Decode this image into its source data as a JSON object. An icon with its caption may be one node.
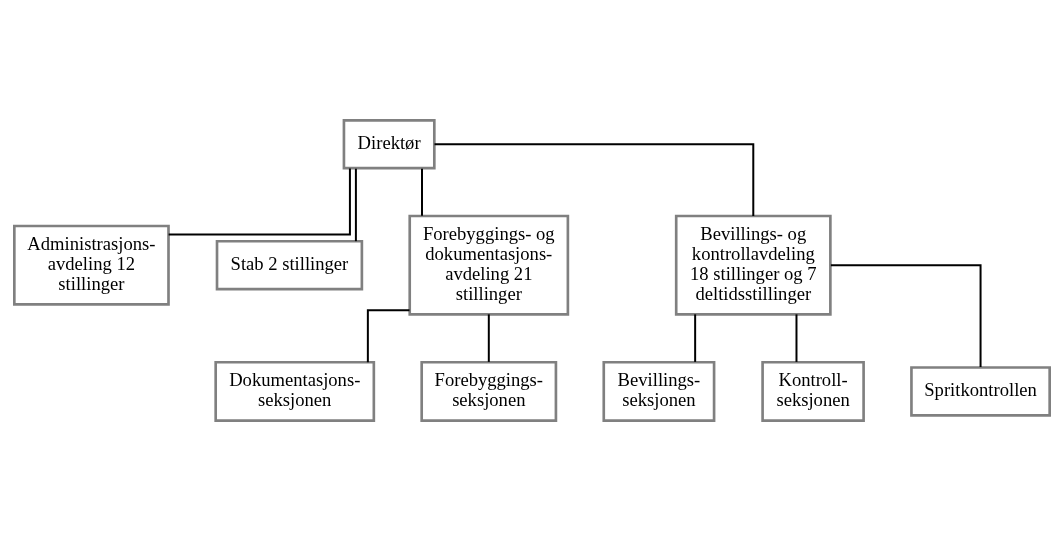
{
  "diagram": {
    "nodes": [
      {
        "text": [
          "Direktør"
        ]
      },
      {
        "text": [
          "Administrasjons- avdeling 12 stillinger"
        ]
      },
      {
        "text": [
          "Stab 2 stillinger"
        ]
      },
      {
        "text": [
          "Forebyggings- og dokumentasjons- avdeling 21 stillinger"
        ]
      },
      {
        "text": [
          "Bevillings- og kontrollavdeling 18 stillinger og 7 deltidsstillinger"
        ]
      },
      {
        "text": [
          "Dokumentasjons- seksjonen"
        ]
      },
      {
        "text": [
          "Forebyggings- seksjonen"
        ]
      },
      {
        "text": [
          "Bevillings- seksjonen"
        ]
      },
      {
        "text": [
          "Kontroll- seksjonen"
        ]
      },
      {
        "text": [
          "Spritkontrollen"
        ]
      }
    ],
    "edges": [
      {
        "from": 0,
        "to": 1,
        "arrow": "none"
      },
      {
        "from": 0,
        "to": 2,
        "arrow": "none"
      },
      {
        "from": 0,
        "to": 3,
        "arrow": "none"
      },
      {
        "from": 0,
        "to": 4,
        "arrow": "none"
      },
      {
        "from": 3,
        "to": 5,
        "arrow": "none"
      },
      {
        "from": 3,
        "to": 6,
        "arrow": "none"
      },
      {
        "from": 4,
        "to": 7,
        "arrow": "none"
      },
      {
        "from": 4,
        "to": 8,
        "arrow": "none"
      },
      {
        "from": 4,
        "to": 9,
        "arrow": "none"
      }
    ]
  }
}
